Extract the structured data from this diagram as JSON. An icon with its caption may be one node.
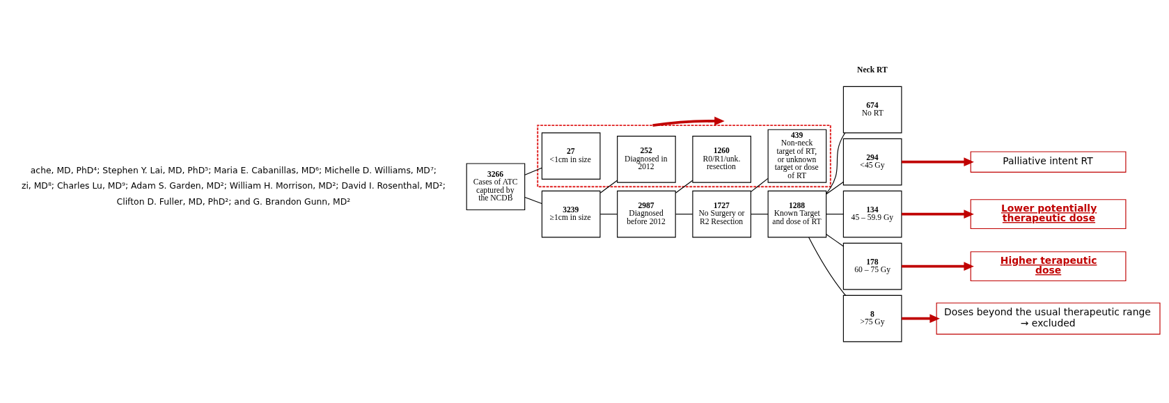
{
  "diagram": {
    "nodes": [
      {
        "text": [
          "3266",
          "Cases of ATC captured by the NCDB"
        ]
      },
      {
        "text": [],
        "shape": "box"
      },
      {
        "text": [
          "3239",
          "≥1cm in size"
        ]
      },
      {
        "text": [
          "27",
          "<1cm in size"
        ],
        "in": 1
      },
      {
        "text": [
          "2987",
          "Diagnosed before 2012"
        ]
      },
      {
        "text": [
          "252",
          "Diagnosed in 2012"
        ],
        "in": 1
      },
      {
        "text": [
          "1727",
          "No Surgery or R2 Resection"
        ]
      },
      {
        "text": [
          "1260",
          "R0/R1/unk. resection"
        ],
        "in": 1
      },
      {
        "text": [
          "1288",
          "Known Target and dose of RT"
        ]
      },
      {
        "text": [
          "439",
          "Non-neck target of RT, or unknown target or dose of RT"
        ],
        "in": 1
      },
      {
        "text": [
          "674",
          "No RT"
        ]
      },
      {
        "text": [
          "294",
          "<45 Gy"
        ]
      },
      {
        "text": [
          "134",
          "45 – 59.9 Gy"
        ]
      },
      {
        "text": [
          "178",
          "60 – 75 Gy"
        ]
      },
      {
        "text": [
          "8",
          ">75 Gy"
        ]
      },
      {
        "text": [
          "Palliative intent RT"
        ]
      },
      {
        "text": [
          "Lower potentially therapeutic dose"
        ]
      },
      {
        "text": [
          "Higher terapeutic dose"
        ]
      },
      {
        "text": [
          "Doses beyond the usual therapeutic range → excluded"
        ]
      }
    ],
    "edges": [
      {
        "from": 0,
        "to": 2,
        "arrow": "none"
      },
      {
        "from": 0,
        "to": 3,
        "arrow": "none"
      },
      {
        "from": 2,
        "to": 4,
        "arrow": "none"
      },
      {
        "from": 2,
        "to": 5,
        "arrow": "none"
      },
      {
        "from": 4,
        "to": 6,
        "arrow": "none"
      },
      {
        "from": 4,
        "to": 7,
        "arrow": "none"
      },
      {
        "from": 6,
        "to": 8,
        "arrow": "none"
      },
      {
        "from": 6,
        "to": 9,
        "arrow": "none"
      },
      {
        "from": 8,
        "to": 10,
        "arrow": "none"
      },
      {
        "from": 8,
        "to": 11,
        "arrow": "none"
      },
      {
        "from": 8,
        "to": 12,
        "arrow": "none"
      },
      {
        "from": 8,
        "to": 13,
        "arrow": "none"
      },
      {
        "from": 8,
        "to": 14,
        "arrow": "none"
      },
      {
        "from": 11,
        "to": 15,
        "arrow": "to",
        "color": "#c00000",
        "style": "thick"
      },
      {
        "from": 12,
        "to": 16,
        "arrow": "to",
        "color": "#c00000",
        "style": "thick"
      },
      {
        "from": 13,
        "to": 17,
        "arrow": "to",
        "color": "#c00000",
        "style": "thick"
      },
      {
        "from": 14,
        "to": 18,
        "arrow": "to",
        "color": "#c00000",
        "style": "thick"
      },
      {
        "from": 1,
        "to": null,
        "arrow": "to",
        "color": "#c00000",
        "style": "thick"
      }
    ],
    "labels": [
      "ache, MD, PhD⁴; Stephen Y. Lai, MD, PhD⁵; Maria E. Cabanillas, MD⁶; Michelle D. Williams, MD⁷;",
      "zi, MD⁸; Charles Lu, MD⁹; Adam S. Garden, MD²; William H. Morrison, MD²; David I. Rosenthal, MD²;",
      "Clifton D. Fuller, MD, PhD²; and G. Brandon Gunn, MD²",
      "Neck RT"
    ]
  }
}
